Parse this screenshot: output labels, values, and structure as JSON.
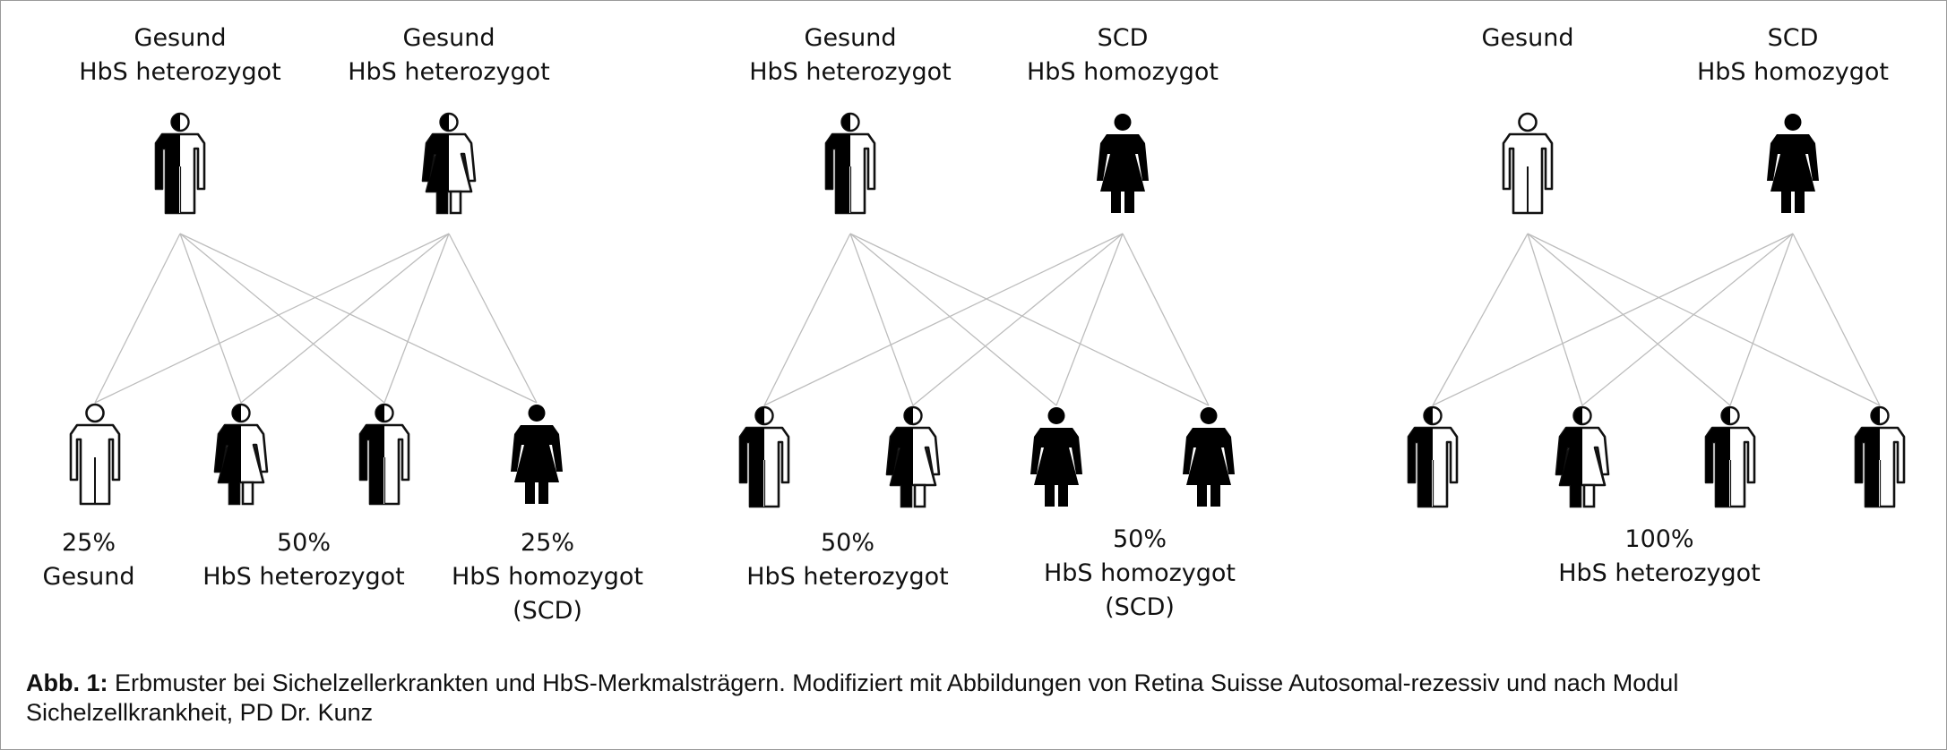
{
  "colors": {
    "figure": "#000000",
    "line": "#bdbdbd",
    "outline": "#111111",
    "background": "#ffffff"
  },
  "icons": [
    "person-healthy-icon",
    "person-carrier-icon",
    "person-scd-icon"
  ],
  "panels": [
    {
      "id": "panel-1",
      "parents": [
        {
          "status": "half",
          "gender": "male",
          "lines": [
            "Gesund",
            "HbS heterozygot"
          ]
        },
        {
          "status": "half",
          "gender": "female",
          "lines": [
            "Gesund",
            "HbS heterozygot"
          ]
        }
      ],
      "children": [
        {
          "status": "empty",
          "gender": "male"
        },
        {
          "status": "half",
          "gender": "female"
        },
        {
          "status": "half",
          "gender": "male"
        },
        {
          "status": "full",
          "gender": "female"
        }
      ],
      "results": [
        {
          "lines": [
            "25%",
            "Gesund"
          ]
        },
        {
          "lines": [
            "50%",
            "HbS heterozygot"
          ]
        },
        {
          "lines": [
            "25%",
            "HbS homozygot",
            "(SCD)"
          ]
        }
      ]
    },
    {
      "id": "panel-2",
      "parents": [
        {
          "status": "half",
          "gender": "male",
          "lines": [
            "Gesund",
            "HbS heterozygot"
          ]
        },
        {
          "status": "full",
          "gender": "female",
          "lines": [
            "SCD",
            "HbS homozygot"
          ]
        }
      ],
      "children": [
        {
          "status": "half",
          "gender": "male"
        },
        {
          "status": "half",
          "gender": "female"
        },
        {
          "status": "full",
          "gender": "female"
        },
        {
          "status": "full",
          "gender": "female"
        }
      ],
      "results": [
        {
          "lines": [
            "50%",
            "HbS heterozygot"
          ]
        },
        {
          "lines": [
            "50%",
            "HbS homozygot",
            "(SCD)"
          ]
        }
      ]
    },
    {
      "id": "panel-3",
      "parents": [
        {
          "status": "empty",
          "gender": "male",
          "lines": [
            "Gesund"
          ]
        },
        {
          "status": "full",
          "gender": "female",
          "lines": [
            "SCD",
            "HbS homozygot"
          ]
        }
      ],
      "children": [
        {
          "status": "half",
          "gender": "male"
        },
        {
          "status": "half",
          "gender": "female"
        },
        {
          "status": "half",
          "gender": "male"
        },
        {
          "status": "half",
          "gender": "male"
        }
      ],
      "results": [
        {
          "lines": [
            "100%",
            "HbS heterozygot"
          ]
        }
      ]
    }
  ],
  "caption": {
    "label": "Abb. 1:",
    "text": " Erbmuster bei Sichelzellerkrankten und HbS-Merkmalsträgern. Modifiziert mit Abbildungen von Retina Suisse Autosomal-rezessiv und nach Modul Sichelzellkrankheit, PD Dr. Kunz"
  }
}
